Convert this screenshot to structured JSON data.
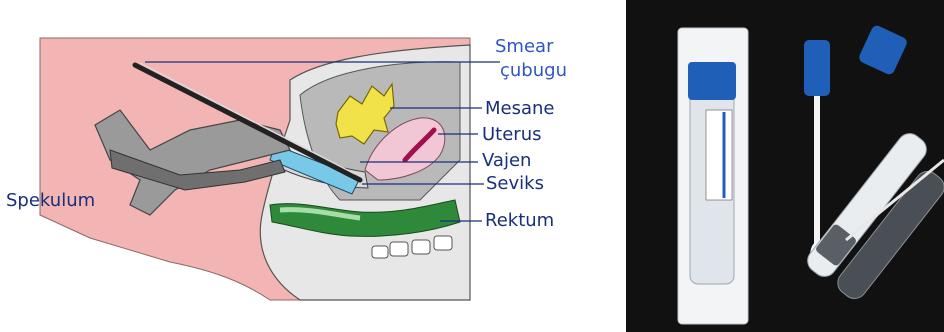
{
  "diagram": {
    "labels": {
      "smear_line1": "Smear",
      "smear_line2": "çubugu",
      "bladder": "Mesane",
      "uterus": "Uterus",
      "vagina": "Vajen",
      "cervix": "Seviks",
      "rectum": "Rektum",
      "speculum": "Spekulum"
    }
  },
  "photo": {
    "background_color": "#111111",
    "cap_color": "#1f5fb8"
  }
}
